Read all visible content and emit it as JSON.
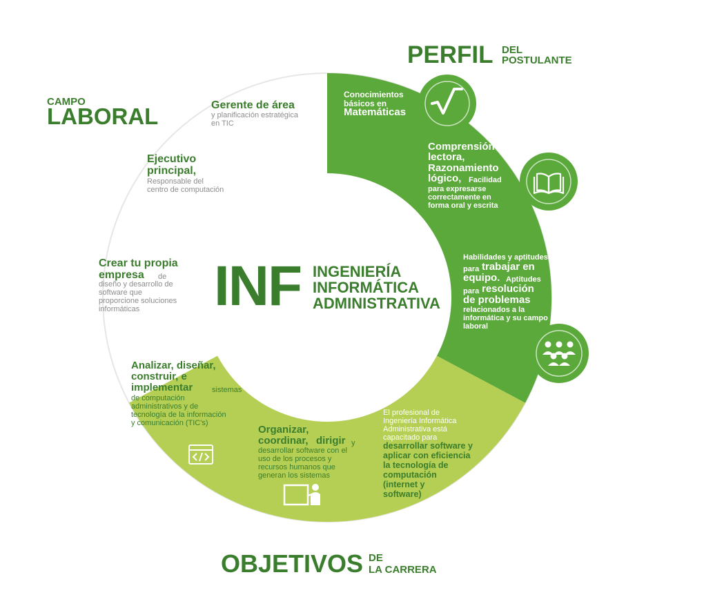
{
  "colors": {
    "dark_green": "#5aa93a",
    "light_green": "#b5cf55",
    "text_green": "#3a7d2c",
    "gray_text": "#8c8c8c",
    "ring_outline": "#e3e3e3"
  },
  "center": {
    "abbr": "INF",
    "line1": "INGENIERÍA",
    "line2": "INFORMÁTICA",
    "line3": "ADMINISTRATIVA"
  },
  "sections": {
    "perfil": {
      "big": "PERFIL",
      "small1": "DEL",
      "small2": "POSTULANTE"
    },
    "campo": {
      "small": "CAMPO",
      "big": "LABORAL"
    },
    "objetivos": {
      "big": "OBJETIVOS",
      "small1": "DE",
      "small2": "LA CARRERA"
    }
  },
  "campo_laboral": {
    "gerente": {
      "title": "Gerente de área",
      "desc1": "y planificación estratégica",
      "desc2": "en TIC"
    },
    "ejecutivo": {
      "title1": "Ejecutivo",
      "title2": "principal,",
      "desc1": "Responsable del",
      "desc2": "centro de computación"
    },
    "empresa": {
      "title1": "Crear tu propia",
      "title2": "empresa",
      "desc1": "de",
      "desc2": "diseño y desarrollo de",
      "desc3": "software que",
      "desc4": "proporcione soluciones",
      "desc5": "informáticas"
    }
  },
  "perfil_postulante": {
    "matematicas": {
      "l1": "Conocimientos",
      "l2": "básicos en",
      "l3": "Matemáticas"
    },
    "comprension": {
      "l1": "Comprensión",
      "l2": "lectora,",
      "l3": "Razonamiento",
      "l4a": "lógico,",
      "l4b": "Facilidad",
      "l5": "para expresarse",
      "l6": "correctamente en",
      "l7": "forma oral y escrita"
    },
    "habilidades": {
      "l1": "Habilidades y aptitudes",
      "l2a": "para",
      "l2b": "trabajar en",
      "l3a": "equipo.",
      "l3b": "Aptitudes",
      "l4a": "para",
      "l4b": "resolución",
      "l5": "de problemas",
      "l6": "relacionados a la",
      "l7": "informática  y su campo",
      "l8": "laboral"
    }
  },
  "objetivos_carrera": {
    "analizar": {
      "l1": "Analizar, diseñar,",
      "l2": "construir, e",
      "l3a": "implementar",
      "l3b": "sistemas",
      "l4": "de computación",
      "l5": "administrativos y de",
      "l6": "tecnología de la información",
      "l7": "y comunicación (TIC's)"
    },
    "organizar": {
      "l1": "Organizar,",
      "l2a": "coordinar,",
      "l2b": "dirigir",
      "l2c": "y",
      "l3": "desarrollar software con el",
      "l4": "uso de los procesos y",
      "l5": "recursos humanos que",
      "l6": "generan los sistemas"
    },
    "profesional": {
      "l1": "El profesional de",
      "l2": "Ingeniería Informática",
      "l3": "Administrativa  está",
      "l4": "capacitado para",
      "l5": "desarrollar software y",
      "l6": "aplicar con eficiencia",
      "l7": "la tecnología de",
      "l8": "computación",
      "l9": "(internet y",
      "l10": "software)"
    }
  },
  "icons": [
    "sqrt-icon",
    "book-icon",
    "team-icon",
    "code-icon",
    "presenter-icon"
  ]
}
